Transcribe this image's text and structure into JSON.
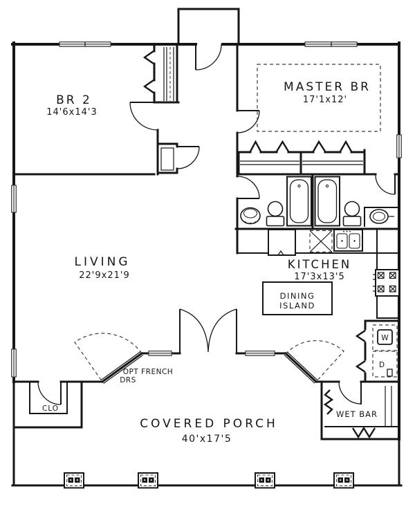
{
  "plan": {
    "rooms": {
      "br2": {
        "name": "BR 2",
        "dims": "14'6x14'3"
      },
      "master": {
        "name": "MASTER  BR",
        "dims": "17'1x12'"
      },
      "living": {
        "name": "LIVING",
        "dims": "22'9x21'9"
      },
      "kitchen": {
        "name": "KITCHEN",
        "dims": "17'3x13'5"
      },
      "porch": {
        "name": "COVERED  PORCH",
        "dims": "40'x17'5"
      }
    },
    "labels": {
      "closet": "CLO",
      "wet_bar": "WET  BAR",
      "dining_island_line1": "DINING",
      "dining_island_line2": "ISLAND",
      "opt_french_line1": "OPT  FRENCH",
      "opt_french_line2": "DRS",
      "washer": "W",
      "dryer": "D"
    },
    "colors": {
      "ink": "#161616",
      "paper": "#ffffff",
      "window_gray": "#8f8f8f"
    }
  }
}
